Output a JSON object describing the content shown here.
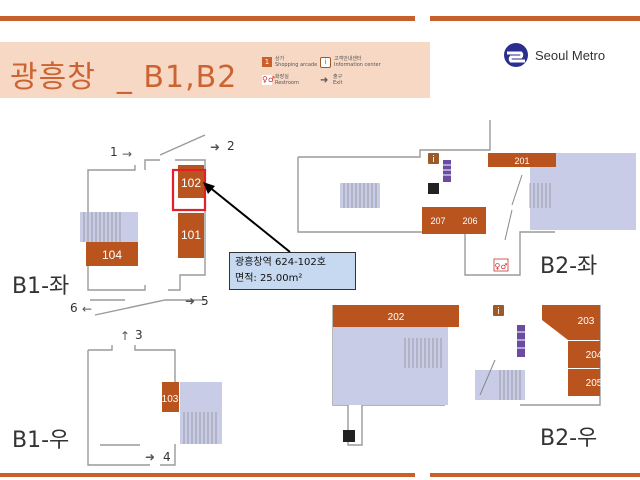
{
  "header": {
    "title": "광흥창  _ B1,B2",
    "brand": "Seoul Metro",
    "legend": [
      {
        "icon": "1",
        "label": "상가",
        "label_en": "Shopping arcade"
      },
      {
        "icon": "i",
        "label": "고객안내센터",
        "label_en": "Information center"
      },
      {
        "icon": "restroom-icon",
        "label": "화장실",
        "label_en": "Restroom"
      },
      {
        "icon": "arrow-right-icon",
        "label": "출구",
        "label_en": "Exit"
      }
    ]
  },
  "floors": {
    "b1_left": "B1-좌",
    "b1_right": "B1-우",
    "b2_left": "B2-좌",
    "b2_right": "B2-우"
  },
  "exits": [
    "1",
    "2",
    "3",
    "4",
    "5",
    "6"
  ],
  "shops": {
    "s101": "101",
    "s102": "102",
    "s103": "103",
    "s104": "104",
    "s201": "201",
    "s202": "202",
    "s203": "203",
    "s204": "204",
    "s205": "205",
    "s206": "206",
    "s207": "207"
  },
  "popup": {
    "line1": "광흥창역 624-102호",
    "line2": "면적: 25.00m²"
  },
  "colors": {
    "accent": "#c8602c",
    "room": "#b9541f",
    "highlight": "#e0202a",
    "popup_bg": "#c6d9f0",
    "area": "#c9cce6"
  }
}
